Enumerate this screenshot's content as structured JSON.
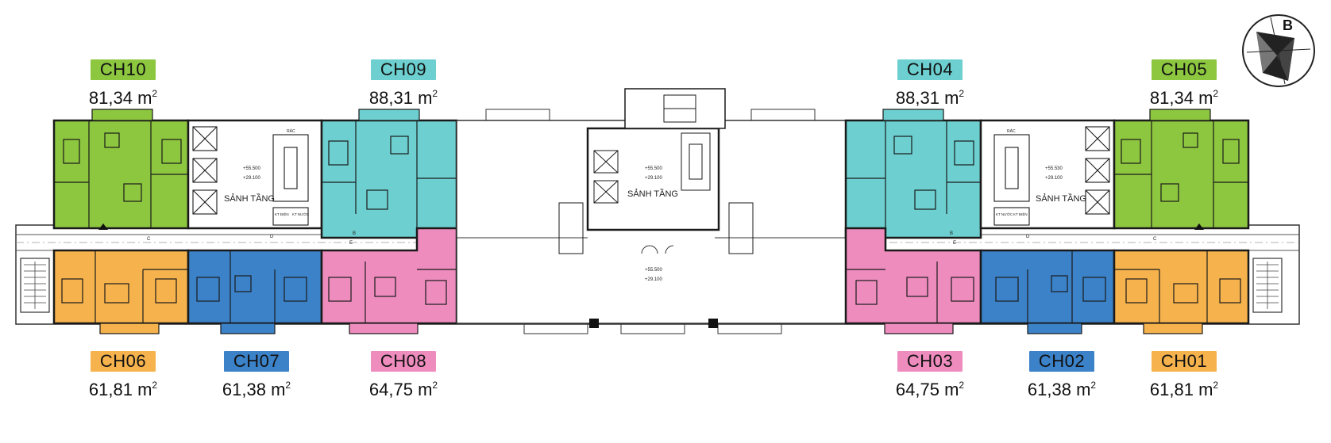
{
  "colors": {
    "green": "#8dc63f",
    "cyan": "#6dcfcf",
    "orange": "#f6b34d",
    "blue": "#3b82c8",
    "pink": "#ee8cbe",
    "wall": "#1a1a1a"
  },
  "units": [
    {
      "id": "ch10",
      "code": "CH10",
      "area": "81,34",
      "unit": "m",
      "power": "2",
      "color": "green"
    },
    {
      "id": "ch09",
      "code": "CH09",
      "area": "88,31",
      "unit": "m",
      "power": "2",
      "color": "cyan"
    },
    {
      "id": "ch04",
      "code": "CH04",
      "area": "88,31",
      "unit": "m",
      "power": "2",
      "color": "cyan"
    },
    {
      "id": "ch05",
      "code": "CH05",
      "area": "81,34",
      "unit": "m",
      "power": "2",
      "color": "green"
    },
    {
      "id": "ch06",
      "code": "CH06",
      "area": "61,81",
      "unit": "m",
      "power": "2",
      "color": "orange"
    },
    {
      "id": "ch07",
      "code": "CH07",
      "area": "61,38",
      "unit": "m",
      "power": "2",
      "color": "blue"
    },
    {
      "id": "ch08",
      "code": "CH08",
      "area": "64,75",
      "unit": "m",
      "power": "2",
      "color": "pink"
    },
    {
      "id": "ch03",
      "code": "CH03",
      "area": "64,75",
      "unit": "m",
      "power": "2",
      "color": "pink"
    },
    {
      "id": "ch02",
      "code": "CH02",
      "area": "61,38",
      "unit": "m",
      "power": "2",
      "color": "blue"
    },
    {
      "id": "ch01",
      "code": "CH01",
      "area": "61,81",
      "unit": "m",
      "power": "2",
      "color": "orange"
    }
  ],
  "plan_text": {
    "lobby_left": "SẢNH TẦNG",
    "lobby_center": "SẢNH TẦNG",
    "lobby_right": "SẢNH TẦNG",
    "level_a": "+55.500",
    "level_b": "+29.100",
    "level_c": "+55.530",
    "level_d": "+29.100",
    "kt_dien": "KT ĐIỆN",
    "kt_nuoc": "KT NƯỚC",
    "rac": "RÁC",
    "mark_b": "B",
    "mark_c": "C",
    "mark_d": "D",
    "mark_e": "E"
  },
  "compass": {
    "letter": "B"
  }
}
